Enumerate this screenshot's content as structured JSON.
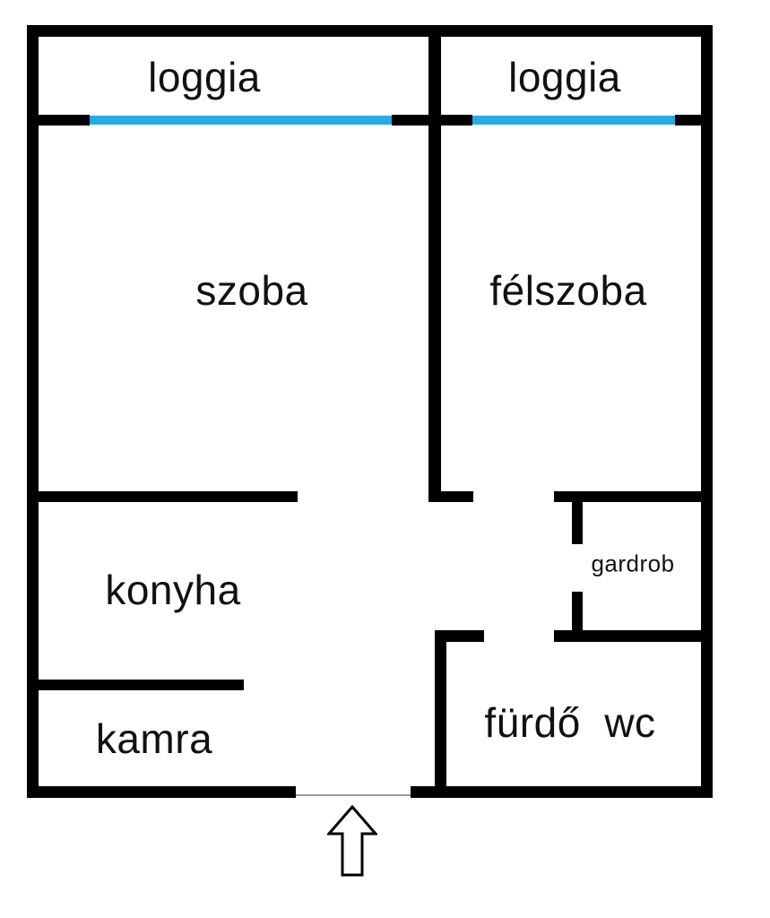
{
  "title": "apartment-floor-plan",
  "colors": {
    "wall": "#000000",
    "window": "#29abe2",
    "background": "#ffffff"
  },
  "rooms": {
    "loggia_left": {
      "label": "loggia"
    },
    "loggia_right": {
      "label": "loggia"
    },
    "szoba": {
      "label": "szoba"
    },
    "felszoba": {
      "label": "félszoba"
    },
    "konyha": {
      "label": "konyha"
    },
    "gardrob": {
      "label": "gardrob"
    },
    "kamra": {
      "label": "kamra"
    },
    "furdo_wc": {
      "label": "fürdő  wc"
    }
  },
  "entrance": {
    "symbol": "up-arrow"
  }
}
